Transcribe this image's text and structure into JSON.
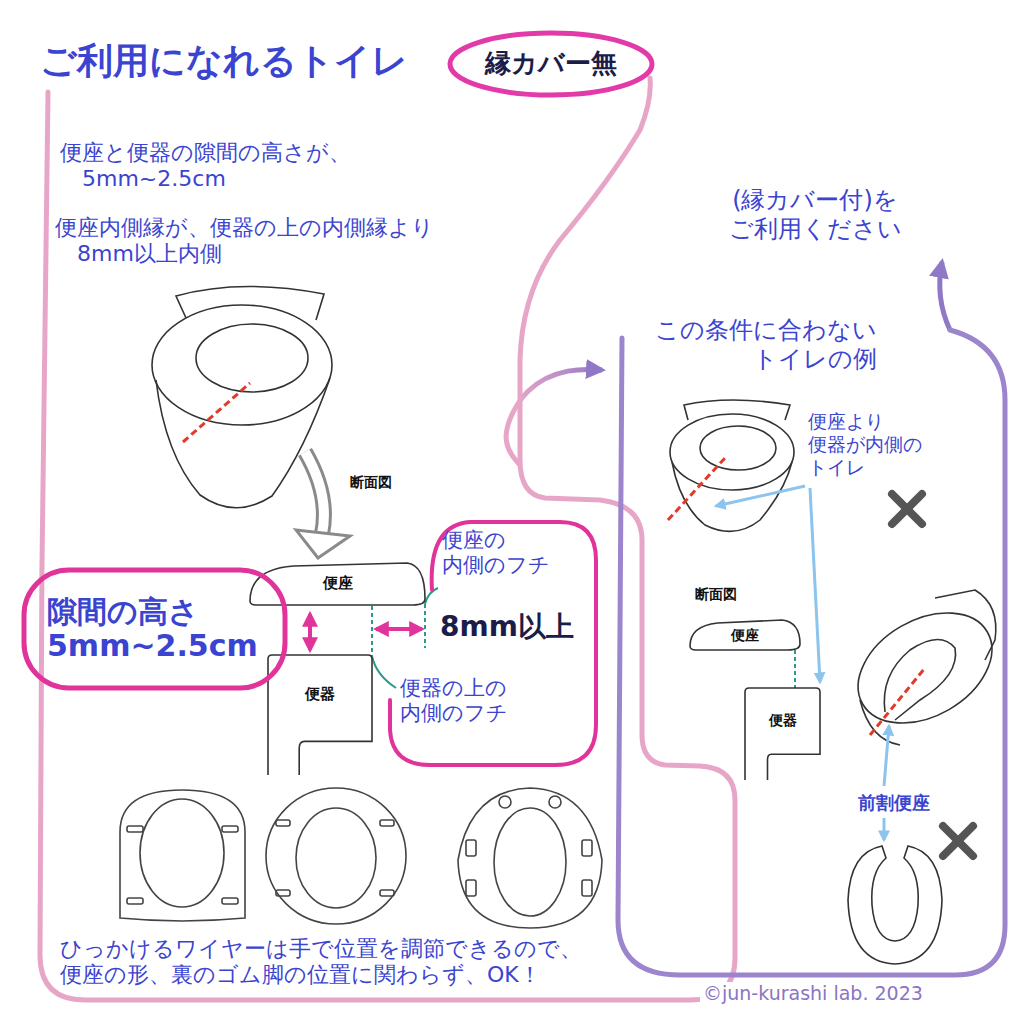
{
  "diagram": {
    "title": "ご利用になれるトイレ",
    "nodes": [
      {
        "text": [
          "縁カバー無"
        ]
      },
      {
        "text": [
          "便座と便器の隙間の高さが、 5mm~2.5cm",
          "便座内側縁が、便器の上の内側縁より 8mm以上内側",
          "断面図",
          "ひっかけるワイヤーは手で位置を調節できるので、 便座の形、裏のゴム脚の位置に関わらず、OK！"
        ]
      },
      {
        "text": [
          "便座"
        ],
        "in": 1
      },
      {
        "text": [
          "便器"
        ],
        "in": 1
      },
      {
        "text": [
          "隙間の高さ 5mm~2.5cm"
        ],
        "in": 1
      },
      {
        "text": [
          "便座の 内側のフチ",
          "8mm以上",
          "便器の上の 内側のフチ"
        ],
        "in": 1
      },
      {
        "text": [
          "この条件に合わない トイレの例",
          "便座より 便器が内側の トイレ",
          "断面図",
          "前割便座"
        ]
      },
      {
        "text": [
          "便座"
        ],
        "in": 6
      },
      {
        "text": [
          "便器"
        ],
        "in": 6
      }
    ],
    "edges": [
      {
        "from": 1,
        "to": 6,
        "arrow": "to"
      }
    ],
    "labels": [
      "(縁カバー付)を ご利用ください",
      "©jun-kurashi lab. 2023"
    ]
  }
}
